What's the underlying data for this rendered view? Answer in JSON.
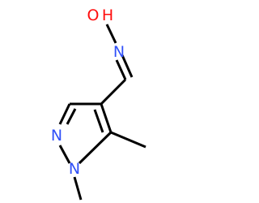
{
  "molecule": {
    "atoms": [
      {
        "id": "O",
        "label": "O"
      },
      {
        "id": "H",
        "label": "H"
      },
      {
        "id": "N_oxime",
        "label": "N"
      },
      {
        "id": "N2",
        "label": "N"
      },
      {
        "id": "N1",
        "label": "N"
      }
    ],
    "colors": {
      "bond": "#000000",
      "nitrogen": "#3050F8",
      "oxygen": "#FF0D0D"
    }
  }
}
